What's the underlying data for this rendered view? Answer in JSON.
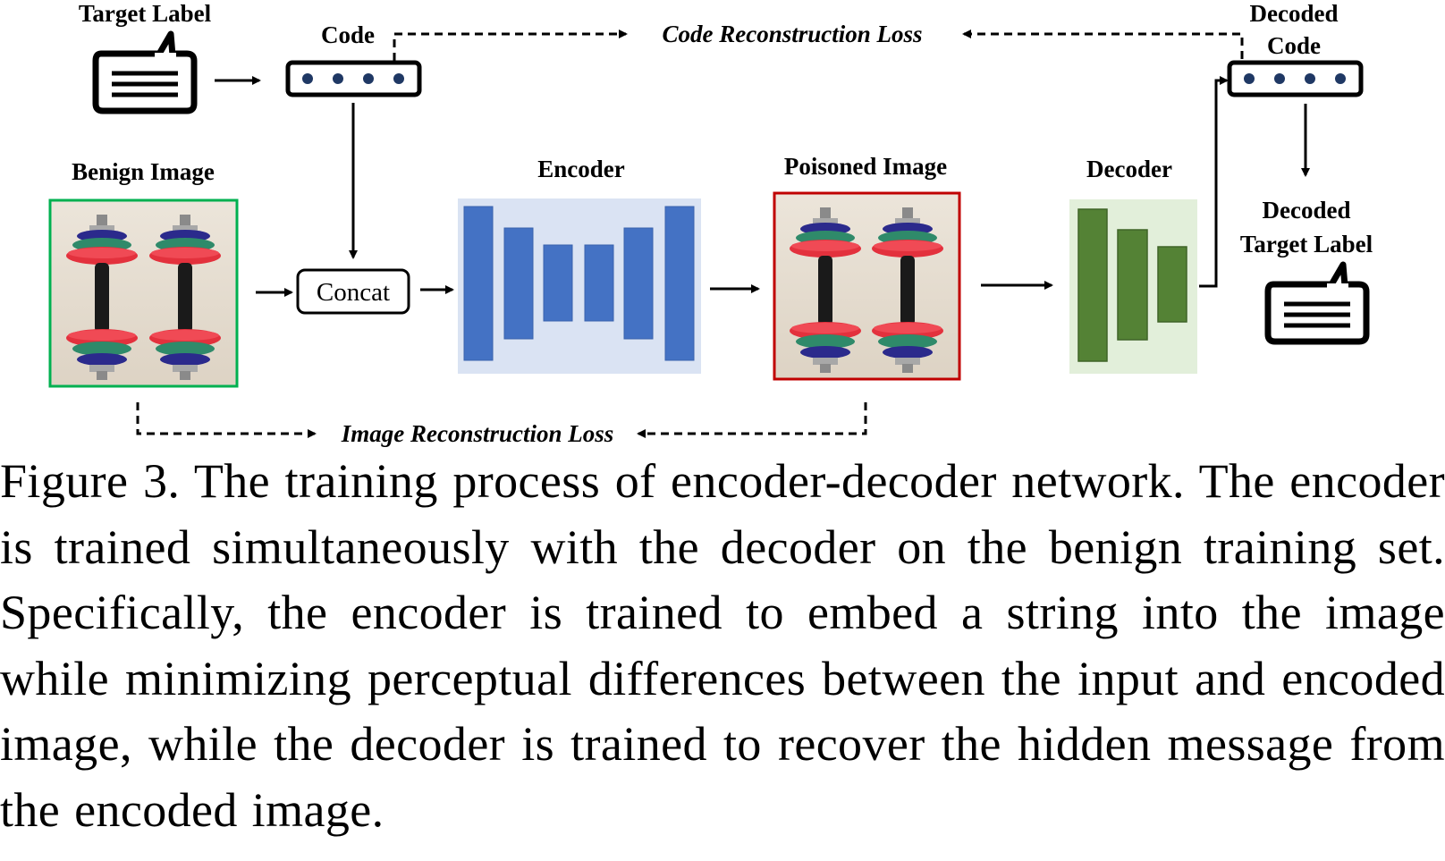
{
  "diagram": {
    "labels": {
      "target_label": "Target Label",
      "code": "Code",
      "code_loss": "Code Reconstruction Loss",
      "decoded_code_line1": "Decoded",
      "decoded_code_line2": "Code",
      "benign_image": "Benign Image",
      "encoder": "Encoder",
      "poisoned_image": "Poisoned Image",
      "decoder": "Decoder",
      "decoded_target_line1": "Decoded",
      "decoded_target_line2": "Target Label",
      "concat": "Concat",
      "image_loss": "Image Reconstruction Loss"
    },
    "colors": {
      "encoder_bg": "#dae3f3",
      "encoder_bar": "#4472c4",
      "decoder_bg": "#e2efda",
      "decoder_bar": "#548235",
      "benign_border": "#00b050",
      "poisoned_border": "#c00000",
      "code_dot": "#1f3864"
    }
  },
  "caption": "Figure 3. The training process of encoder-decoder network. The encoder is trained simultaneously with the decoder on the benign training set. Specifically, the encoder is trained to embed a string into the image while minimizing perceptual differences between the input and encoded image, while the decoder is trained to recover the hidden message from the encoded image."
}
